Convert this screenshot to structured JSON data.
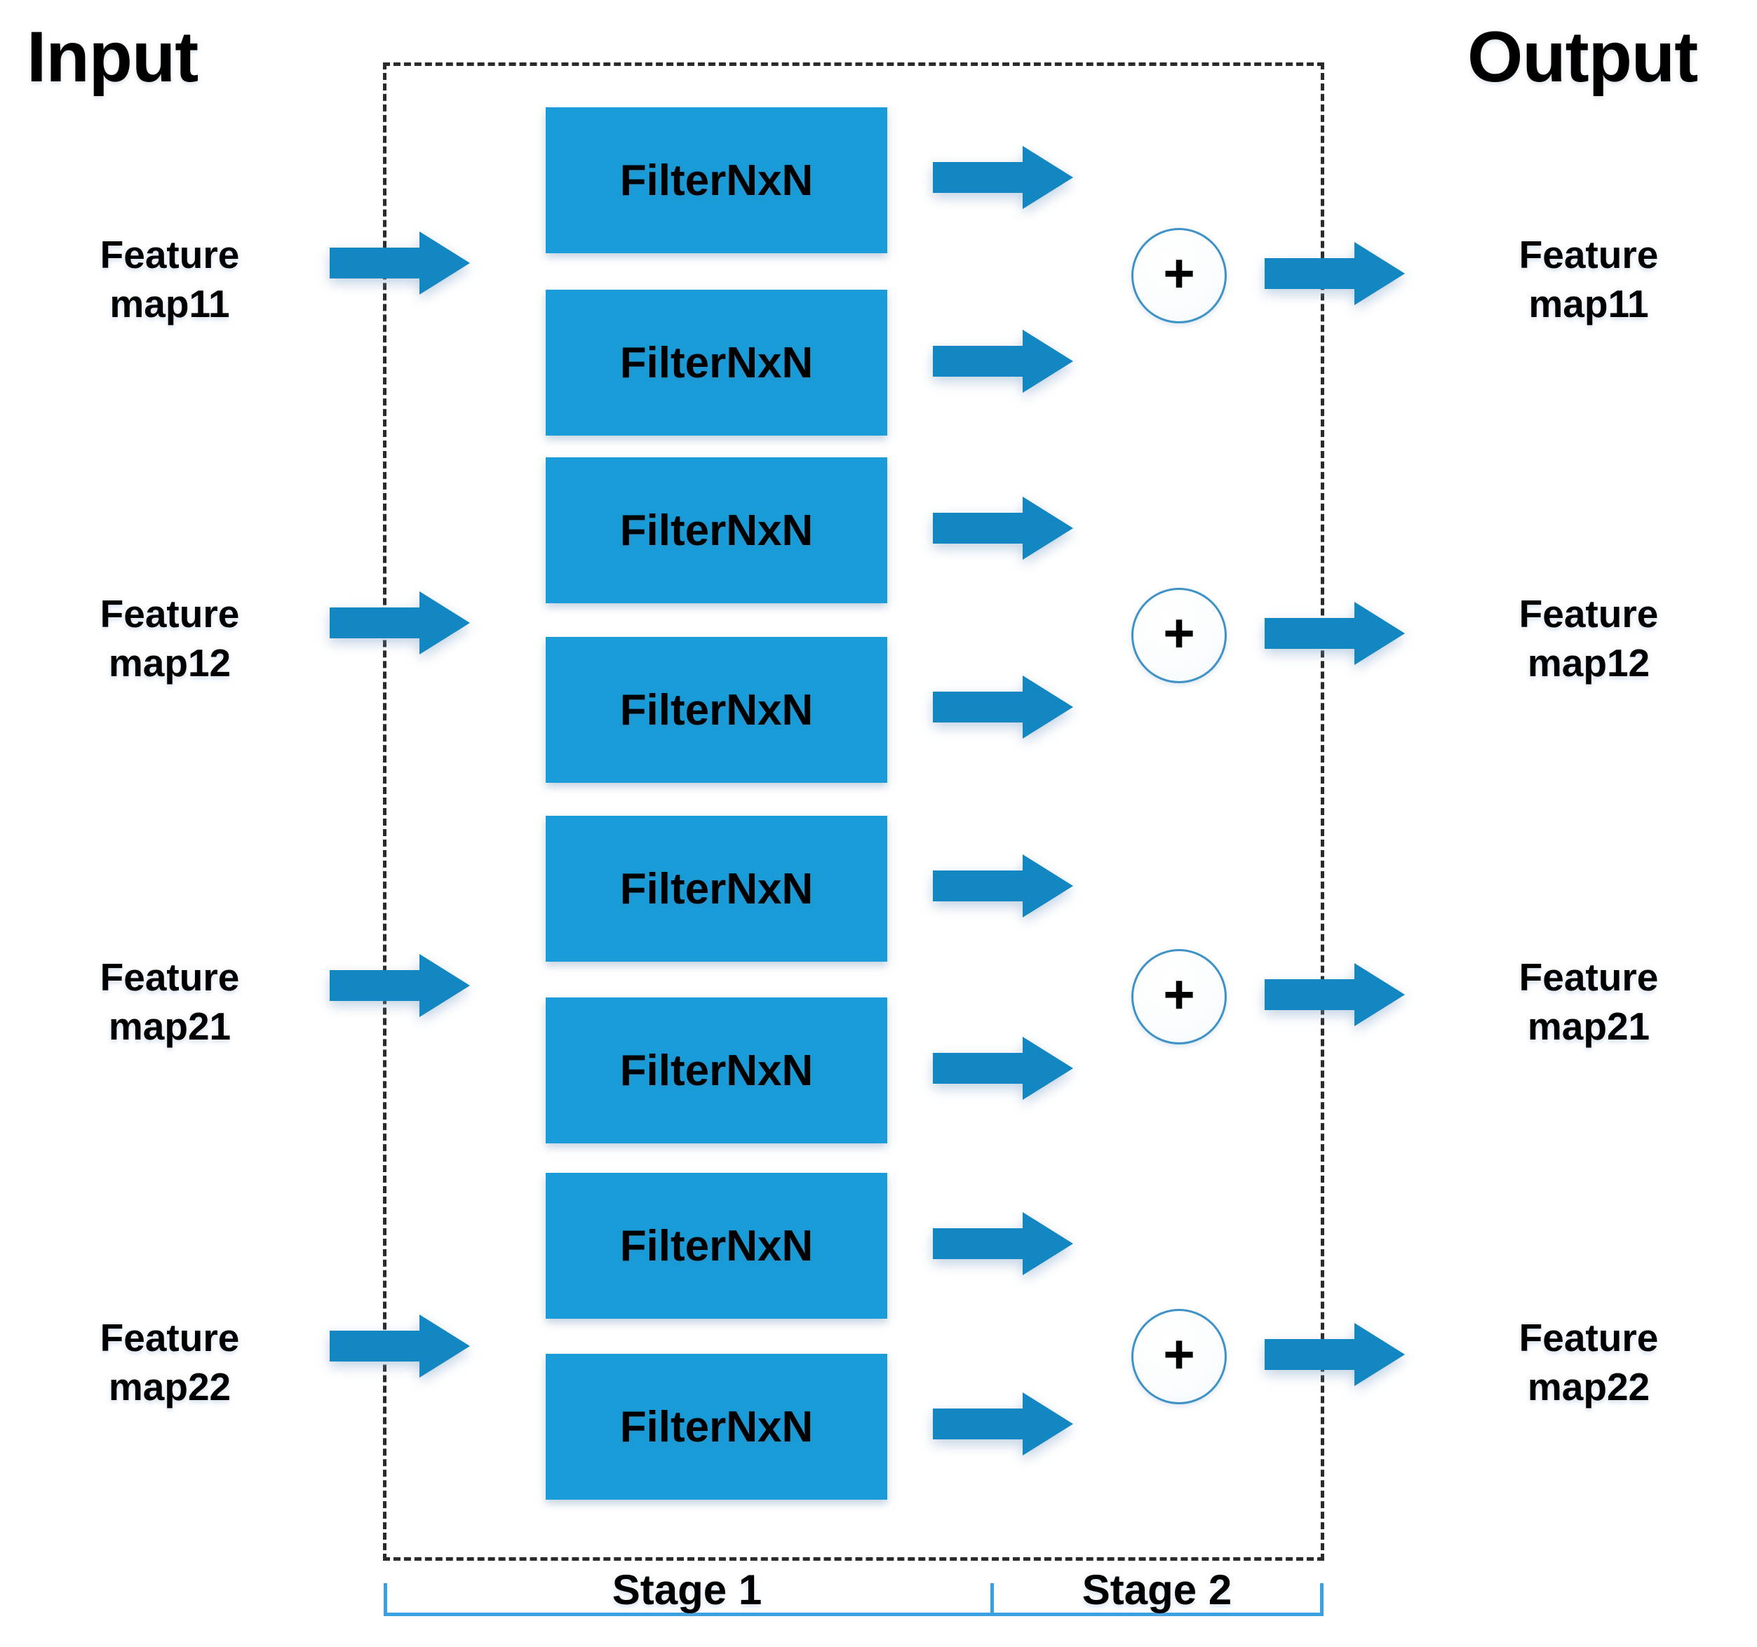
{
  "diagram": {
    "title_left": "Input",
    "title_right": "Output",
    "filter_label": "FilterNxN",
    "plus_symbol": "+",
    "colors": {
      "filter_box_fill": "#199CD8",
      "arrow_fill": "#1387C1",
      "bracket_line": "#3AA0E0",
      "dash_border": "#2B2B2B",
      "plus_circle_border": "#3F92C8",
      "text": "#000000"
    },
    "input_labels": [
      {
        "line1": "Feature",
        "line2": "map11"
      },
      {
        "line1": "Feature",
        "line2": "map12"
      },
      {
        "line1": "Feature",
        "line2": "map21"
      },
      {
        "line1": "Feature",
        "line2": "map22"
      }
    ],
    "output_labels": [
      {
        "line1": "Feature",
        "line2": "map11"
      },
      {
        "line1": "Feature",
        "line2": "map12"
      },
      {
        "line1": "Feature",
        "line2": "map21"
      },
      {
        "line1": "Feature",
        "line2": "map22"
      }
    ],
    "filters": [
      {
        "label": "FilterNxN"
      },
      {
        "label": "FilterNxN"
      },
      {
        "label": "FilterNxN"
      },
      {
        "label": "FilterNxN"
      },
      {
        "label": "FilterNxN"
      },
      {
        "label": "FilterNxN"
      },
      {
        "label": "FilterNxN"
      },
      {
        "label": "FilterNxN"
      }
    ],
    "adders": [
      {
        "symbol": "+"
      },
      {
        "symbol": "+"
      },
      {
        "symbol": "+"
      },
      {
        "symbol": "+"
      }
    ],
    "stages": [
      {
        "label": "Stage 1"
      },
      {
        "label": "Stage 2"
      }
    ]
  }
}
